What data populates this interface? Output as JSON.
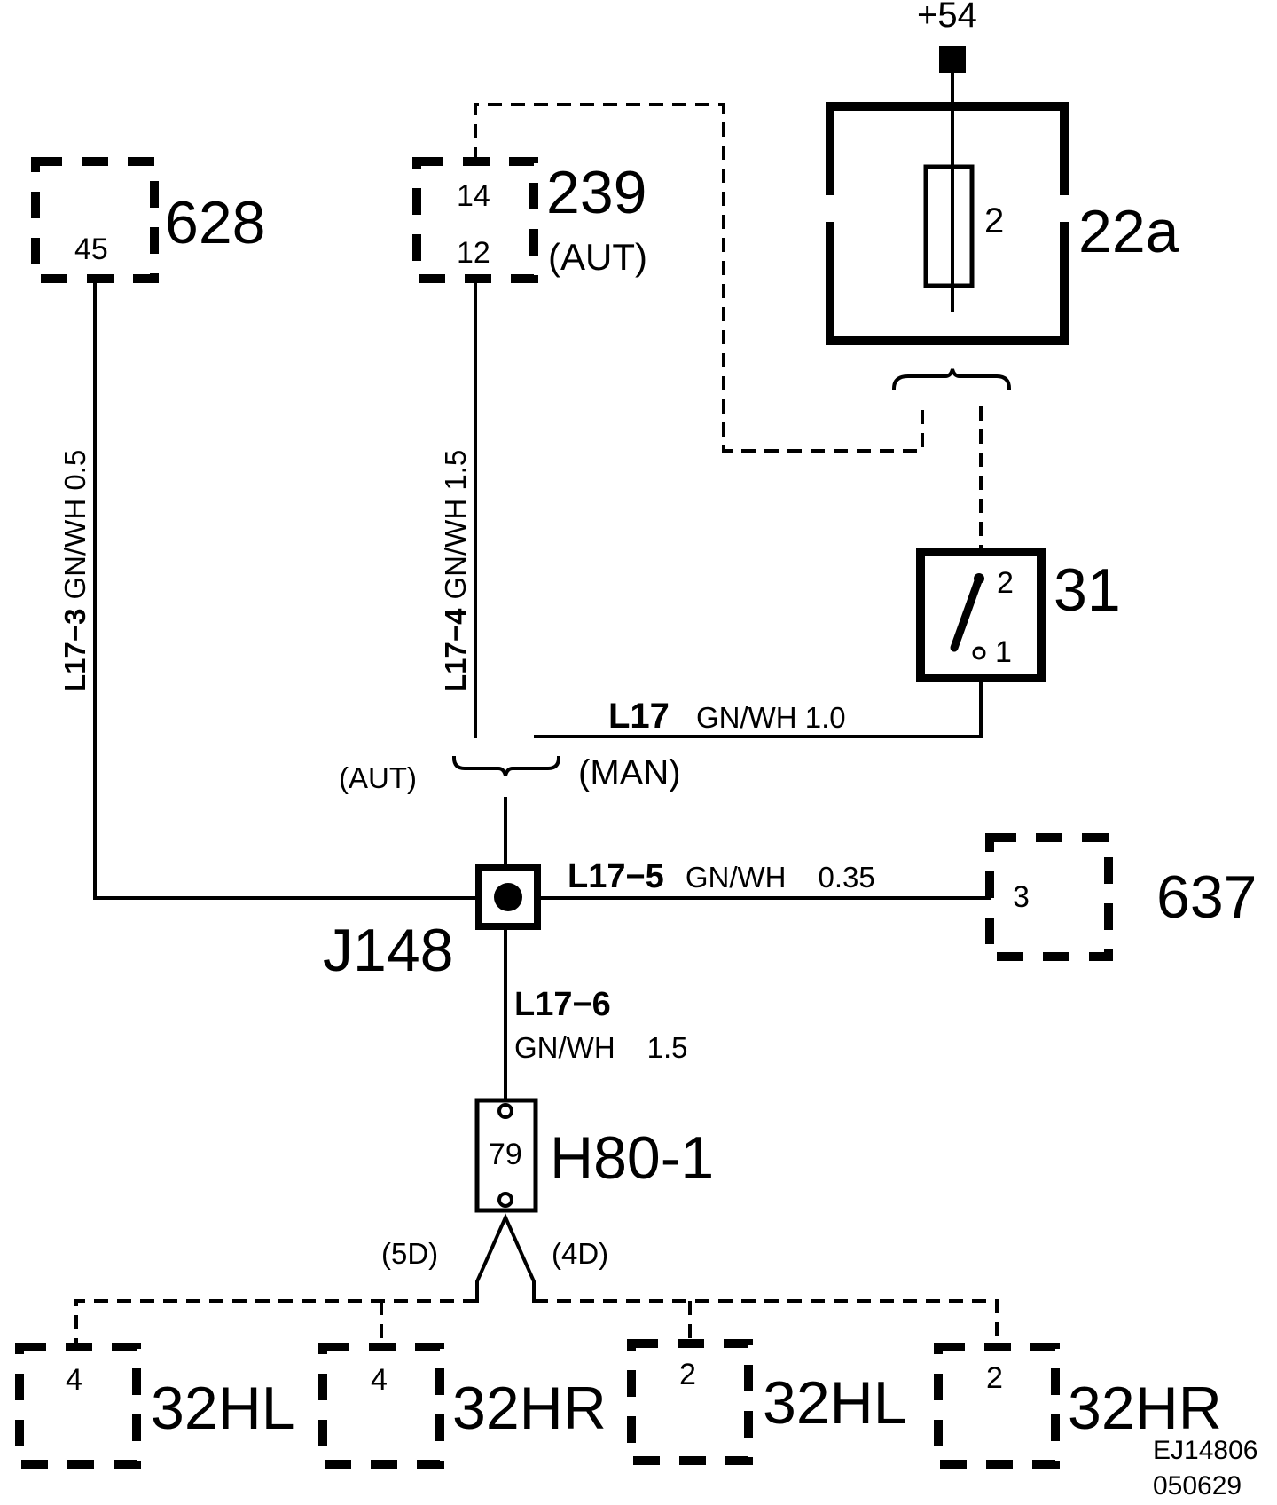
{
  "supply": {
    "label": "+54"
  },
  "components": {
    "c628": {
      "name": "628",
      "pin": "45"
    },
    "c239": {
      "name": "239",
      "pin_top": "14",
      "pin_bottom": "12",
      "note": "(AUT)"
    },
    "c22a": {
      "name": "22a",
      "fuse": "2"
    },
    "c31": {
      "name": "31",
      "pin_top": "2",
      "pin_bottom": "1"
    },
    "c637": {
      "name": "637",
      "pin": "3"
    },
    "j148": {
      "name": "J148"
    },
    "h80": {
      "name": "H80-1",
      "pin": "79"
    },
    "lamps": [
      {
        "name": "32HL",
        "pin": "4"
      },
      {
        "name": "32HR",
        "pin": "4"
      },
      {
        "name": "32HL",
        "pin": "2"
      },
      {
        "name": "32HR",
        "pin": "2"
      }
    ]
  },
  "wires": {
    "l17_3": {
      "id": "L17−3",
      "spec": "GN/WH  0.5"
    },
    "l17_4": {
      "id": "L17−4",
      "spec": "GN/WH  1.5"
    },
    "l17": {
      "id": "L17",
      "spec": "GN/WH  1.0"
    },
    "l17_5": {
      "id": "L17−5",
      "spec": "GN/WH",
      "size": "0.35"
    },
    "l17_6": {
      "id": "L17−6",
      "spec": "GN/WH",
      "size": "1.5"
    }
  },
  "variants": {
    "aut": "(AUT)",
    "man": "(MAN)",
    "d5": "(5D)",
    "d4": "(4D)"
  },
  "ref": {
    "code": "EJ14806",
    "date": "050629"
  }
}
